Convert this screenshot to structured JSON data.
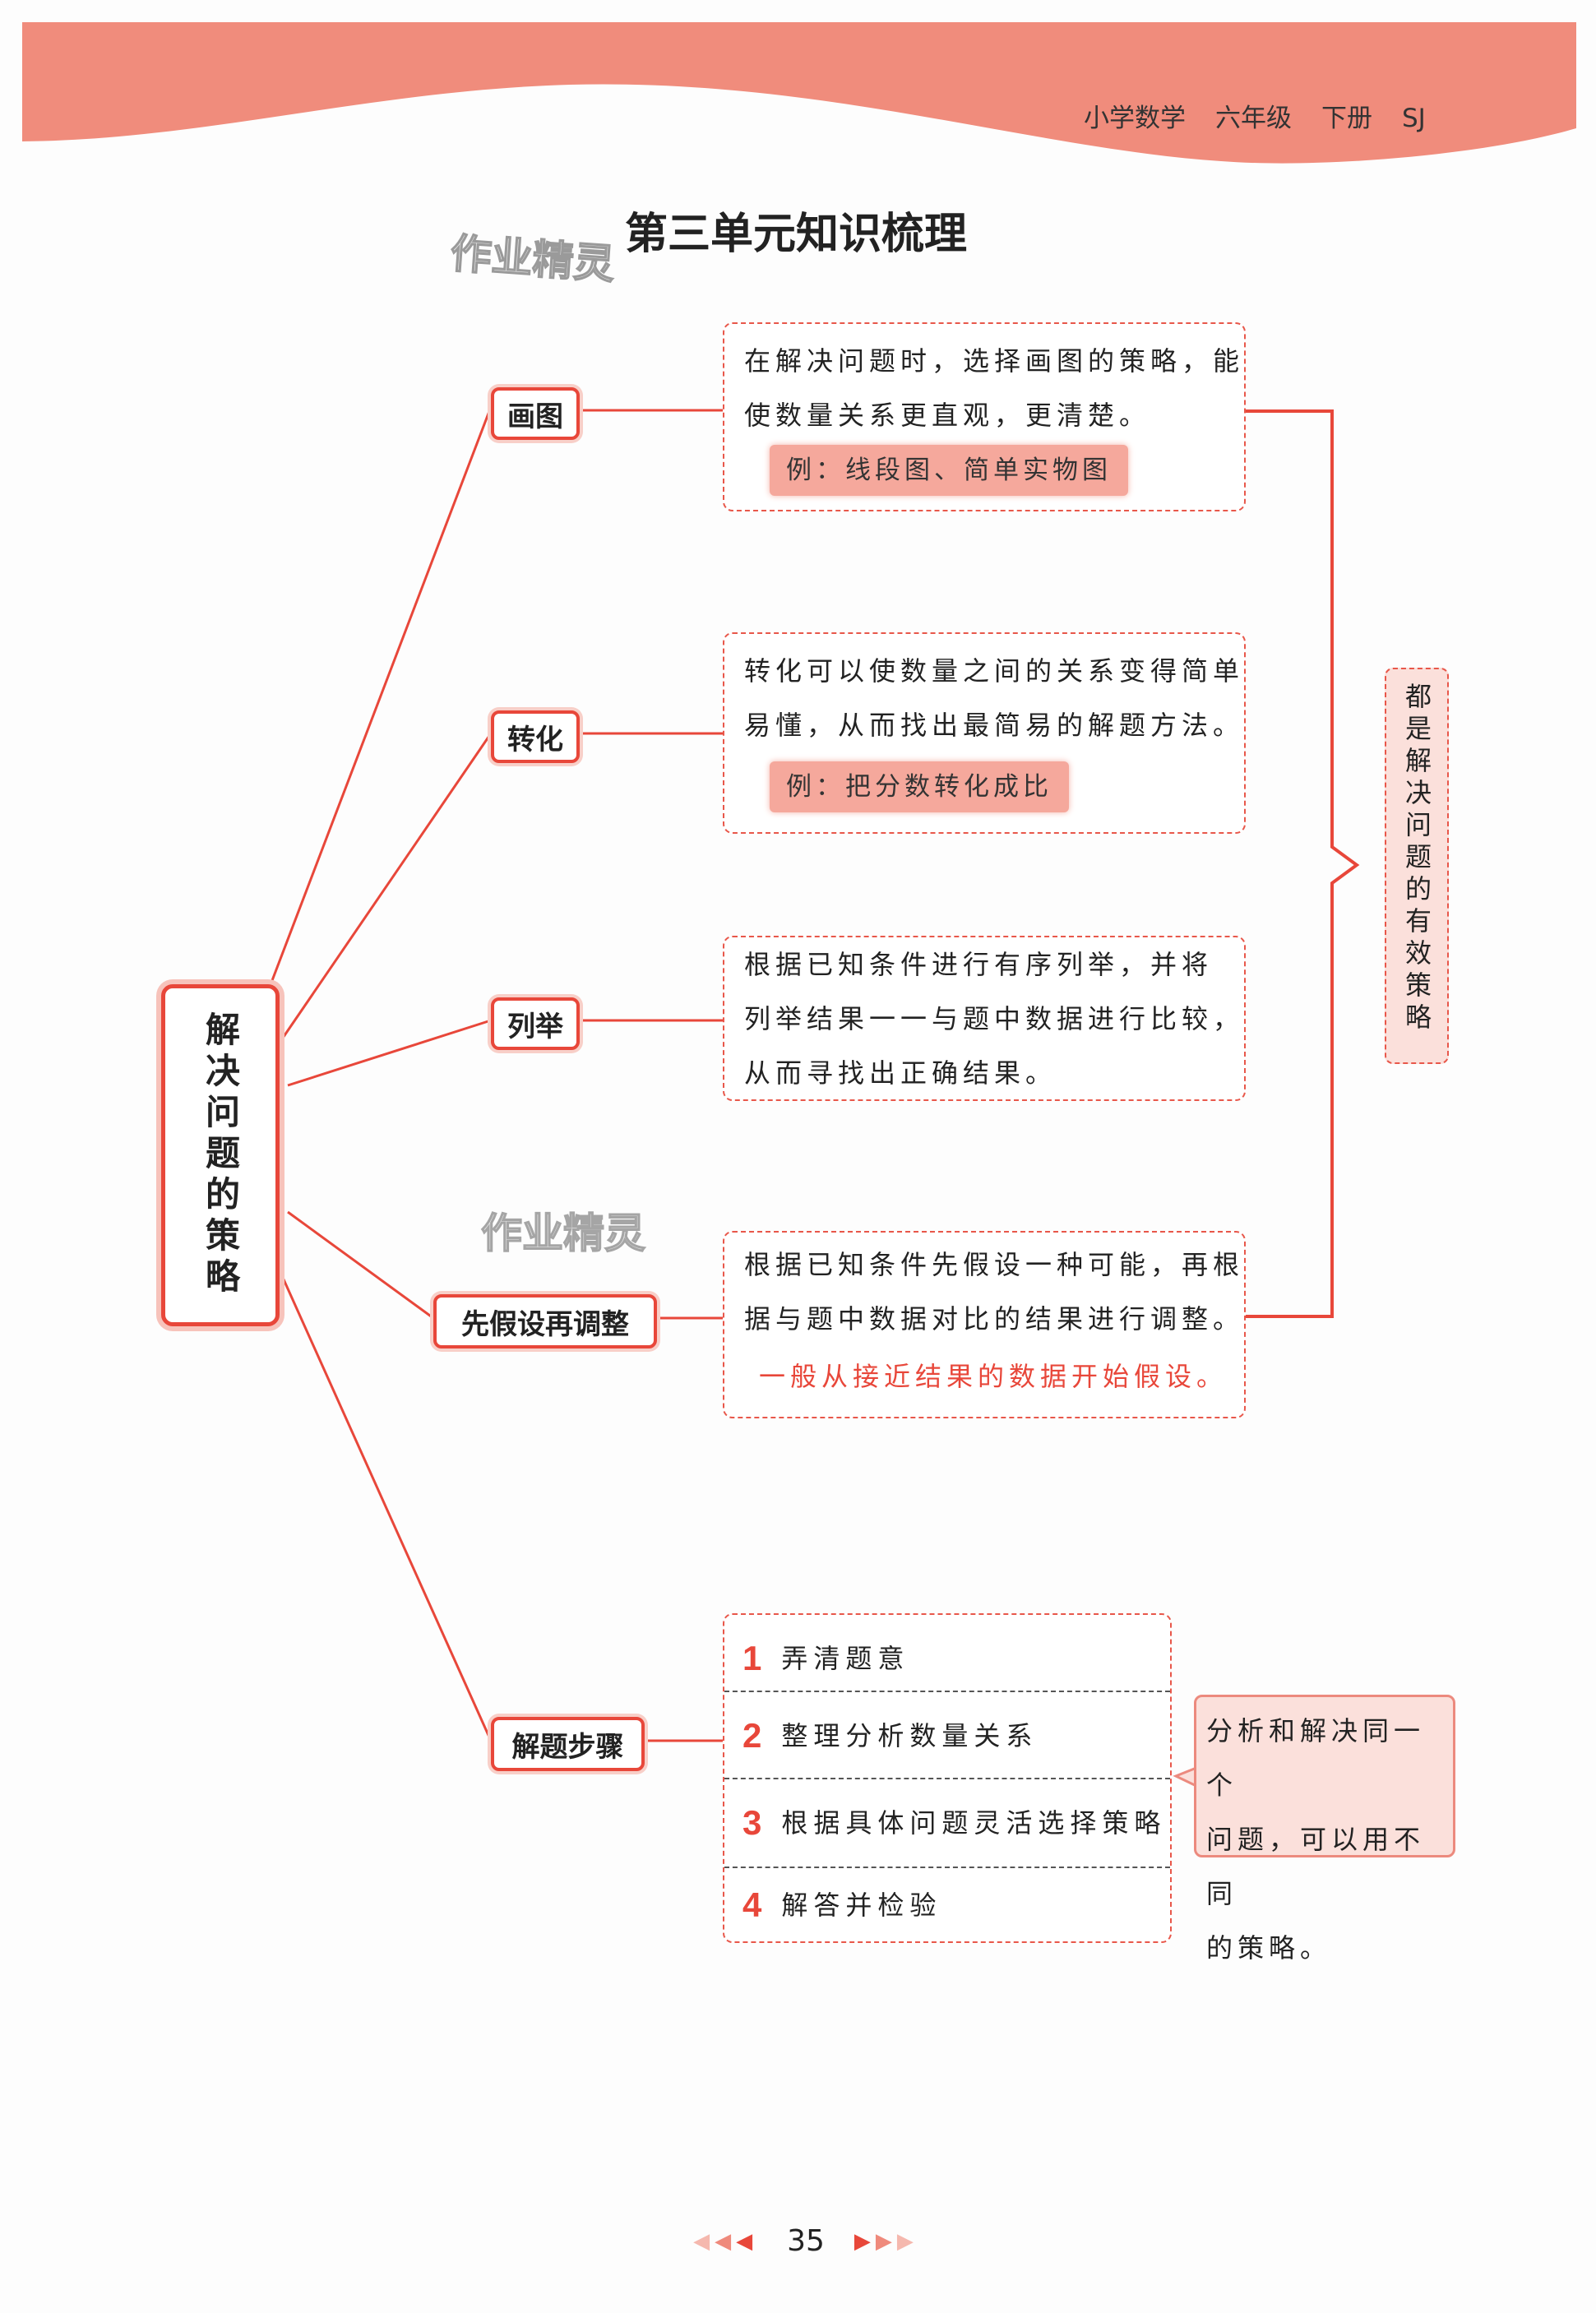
{
  "header": {
    "subject": "小学数学",
    "grade": "六年级",
    "volume": "下册",
    "edition": "SJ"
  },
  "title": "第三单元知识梳理",
  "watermark": "作业精灵",
  "root": "解决问题的策略",
  "branches": [
    {
      "label": "画图",
      "lines": [
        "在解决问题时，选择画图的策略，能",
        "使数量关系更直观，更清楚。"
      ],
      "example": "例：线段图、简单实物图"
    },
    {
      "label": "转化",
      "lines": [
        "转化可以使数量之间的关系变得简单",
        "易懂，从而找出最简易的解题方法。"
      ],
      "example": "例：把分数转化成比"
    },
    {
      "label": "列举",
      "lines": [
        "根据已知条件进行有序列举，并将",
        "列举结果一一与题中数据进行比较，",
        "从而寻找出正确结果。"
      ]
    },
    {
      "label": "先假设再调整",
      "lines": [
        "根据已知条件先假设一种可能，再根",
        "据与题中数据对比的结果进行调整。"
      ],
      "tip": "一般从接近结果的数据开始假设。"
    },
    {
      "label": "解题步骤"
    }
  ],
  "summary": "都是解决问题的有效策略",
  "steps": [
    {
      "num": "1",
      "text": "弄清题意"
    },
    {
      "num": "2",
      "text": "整理分析数量关系"
    },
    {
      "num": "3",
      "text": "根据具体问题灵活选择策略"
    },
    {
      "num": "4",
      "text": "解答并检验"
    }
  ],
  "steps_note": [
    "分析和解决同一个",
    "问题，可以用不同",
    "的策略。"
  ],
  "page_number": "35",
  "colors": {
    "accent": "#e8473a",
    "header": "#f08c7c"
  }
}
